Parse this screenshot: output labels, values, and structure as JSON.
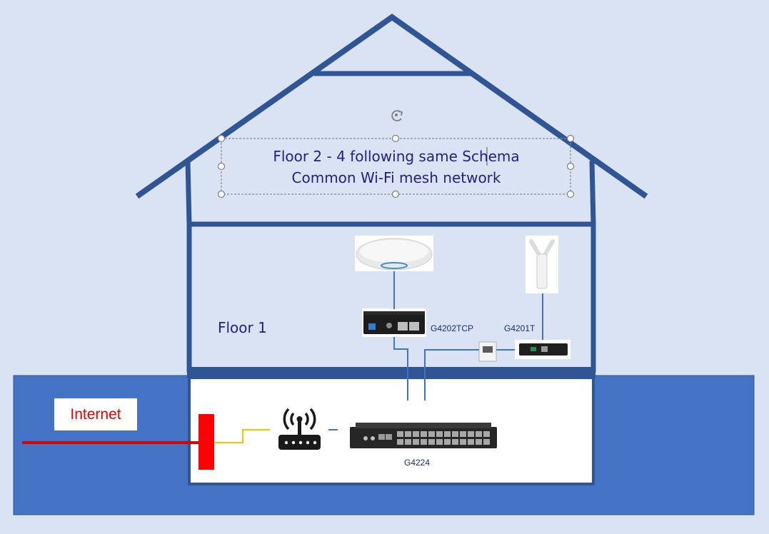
{
  "diagram": {
    "annotation_line1": "Floor 2 - 4 following same Schema",
    "annotation_line2": "Common Wi-Fi mesh network",
    "floor1_label": "Floor 1",
    "internet_label": "Internet",
    "devices": {
      "g4202tcp": "G4202TCP",
      "g4201t": "G4201T",
      "g4224": "G4224"
    },
    "colors": {
      "background": "#dae3f3",
      "house_outline": "#2f5597",
      "ground": "#4472c4",
      "cable_blue": "#4472c4",
      "internet_line": "#e00000",
      "router_link": "#ffc000"
    }
  }
}
